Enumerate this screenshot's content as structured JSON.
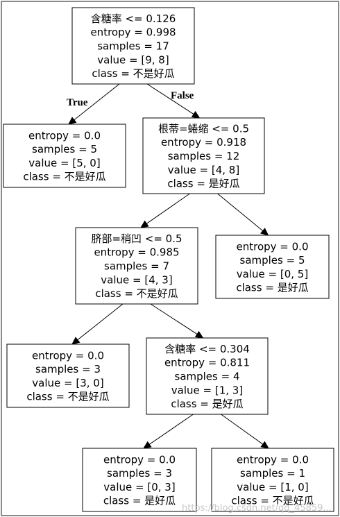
{
  "tree": {
    "nodes": [
      {
        "id": "n0",
        "lines": [
          "含糖率 <= 0.126",
          "entropy = 0.998",
          "samples = 17",
          "value = [9, 8]",
          "class = 不是好瓜"
        ]
      },
      {
        "id": "n1",
        "lines": [
          "entropy = 0.0",
          "samples = 5",
          "value = [5, 0]",
          "class = 不是好瓜"
        ]
      },
      {
        "id": "n2",
        "lines": [
          "根蒂=蜷缩 <= 0.5",
          "entropy = 0.918",
          "samples = 12",
          "value = [4, 8]",
          "class = 是好瓜"
        ]
      },
      {
        "id": "n3",
        "lines": [
          "脐部=稍凹 <= 0.5",
          "entropy = 0.985",
          "samples = 7",
          "value = [4, 3]",
          "class = 不是好瓜"
        ]
      },
      {
        "id": "n4",
        "lines": [
          "entropy = 0.0",
          "samples = 5",
          "value = [0, 5]",
          "class = 是好瓜"
        ]
      },
      {
        "id": "n5",
        "lines": [
          "entropy = 0.0",
          "samples = 3",
          "value = [3, 0]",
          "class = 不是好瓜"
        ]
      },
      {
        "id": "n6",
        "lines": [
          "含糖率 <= 0.304",
          "entropy = 0.811",
          "samples = 4",
          "value = [1, 3]",
          "class = 是好瓜"
        ]
      },
      {
        "id": "n7",
        "lines": [
          "entropy = 0.0",
          "samples = 3",
          "value = [0, 3]",
          "class = 是好瓜"
        ]
      },
      {
        "id": "n8",
        "lines": [
          "entropy = 0.0",
          "samples = 1",
          "value = [1, 0]",
          "class = 不是好瓜"
        ]
      }
    ],
    "edges": [
      {
        "from": "n0",
        "to": "n1",
        "label": "True"
      },
      {
        "from": "n0",
        "to": "n2",
        "label": "False"
      },
      {
        "from": "n2",
        "to": "n3",
        "label": ""
      },
      {
        "from": "n2",
        "to": "n4",
        "label": ""
      },
      {
        "from": "n3",
        "to": "n5",
        "label": ""
      },
      {
        "from": "n3",
        "to": "n6",
        "label": ""
      },
      {
        "from": "n6",
        "to": "n7",
        "label": ""
      },
      {
        "from": "n6",
        "to": "n8",
        "label": ""
      }
    ]
  },
  "watermark": "https://blog.csdn.net/qq_45859..."
}
